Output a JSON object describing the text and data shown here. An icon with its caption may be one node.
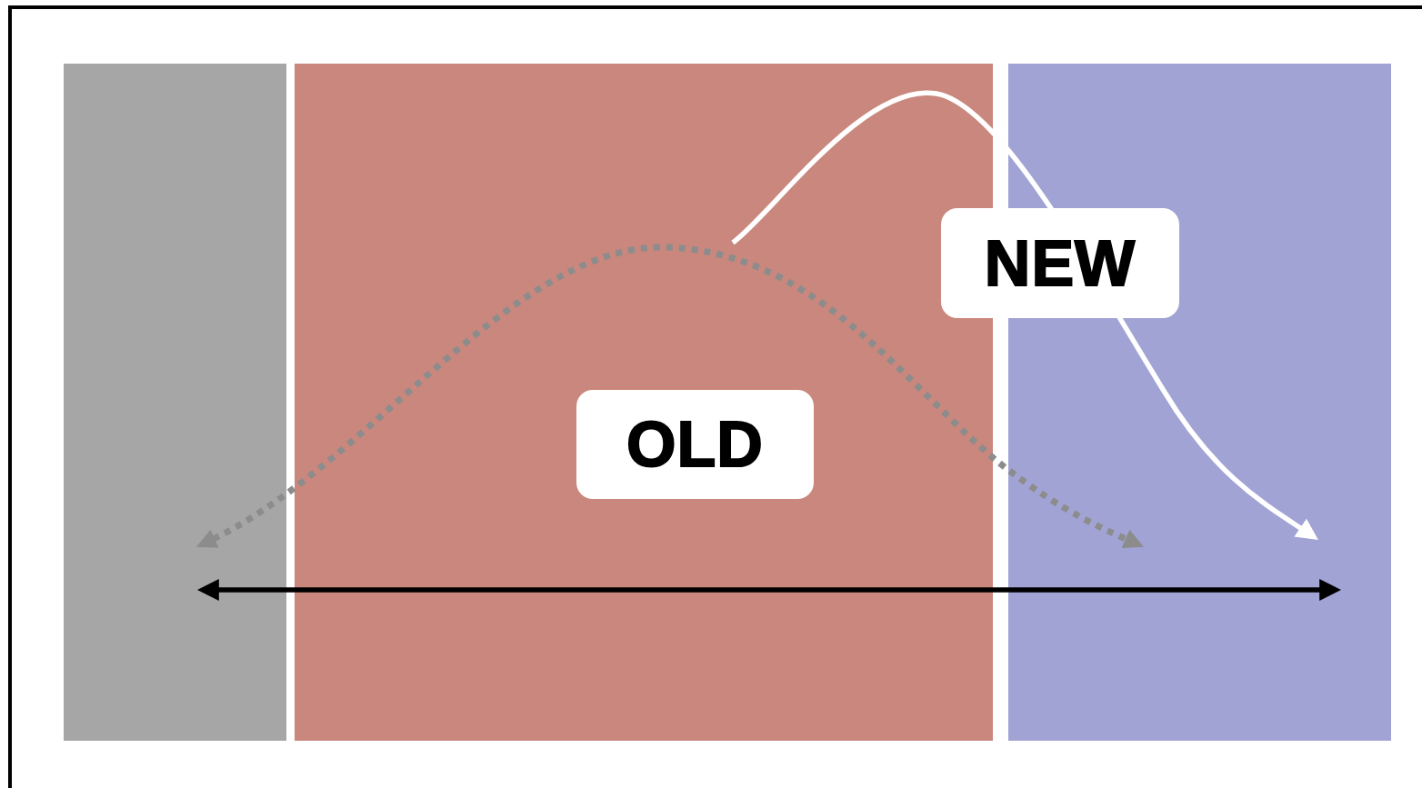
{
  "diagram": {
    "nodes": [
      {
        "text": [],
        "shape": "band"
      },
      {
        "text": [],
        "shape": "band"
      },
      {
        "text": [],
        "shape": "band"
      },
      {
        "text": [
          "NEW"
        ]
      },
      {
        "text": [
          "OLD"
        ],
        "in": 1
      }
    ],
    "edges": [
      {
        "from": 0,
        "to": 2,
        "arrow": "both",
        "style": "dashed",
        "color": "#8c8c8c"
      },
      {
        "from": null,
        "to": 2,
        "arrow": "to",
        "color": "#ffffff"
      },
      {
        "from": 0,
        "to": 2,
        "arrow": "both",
        "color": "#000000"
      }
    ]
  }
}
